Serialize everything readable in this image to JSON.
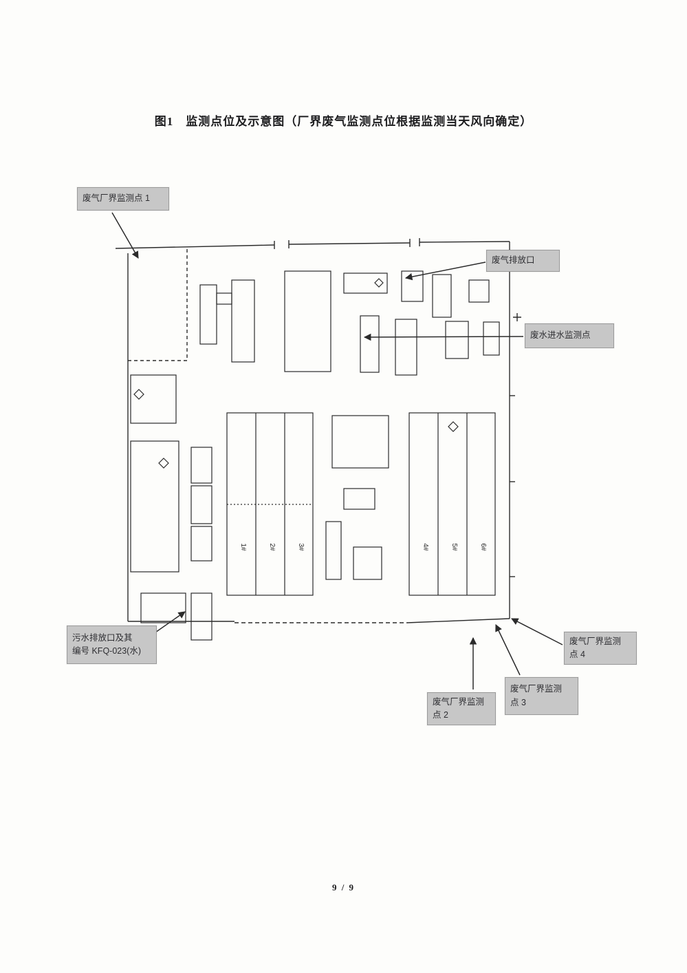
{
  "page": {
    "title": "图1　监测点位及示意图（厂界废气监测点位根据监测当天风向确定）",
    "page_number": "9 / 9"
  },
  "callouts": {
    "point1": {
      "label": "废气厂界监测点 1"
    },
    "gas_outlet": {
      "label": "废气排放口"
    },
    "wastewater_inlet": {
      "label": "废水进水监测点"
    },
    "sewage_outlet": {
      "line1": "污水排放口及其",
      "line2": "编号 KFQ-023(水)"
    },
    "point2": {
      "line1": "废气厂界监测",
      "line2": "点 2"
    },
    "point3": {
      "line1": "废气厂界监测",
      "line2": "点 3"
    },
    "point4": {
      "line1": "废气厂界监测",
      "line2": "点 4"
    }
  },
  "diagram": {
    "left_block_units": [
      "1#",
      "2#",
      "3#"
    ],
    "right_block_units": [
      "4#",
      "5#",
      "6#"
    ]
  },
  "colors": {
    "callout_bg": "#c7c7c7",
    "callout_border": "#9a9a9a",
    "ink": "#2f2f33",
    "line": "#2b2b2b"
  }
}
